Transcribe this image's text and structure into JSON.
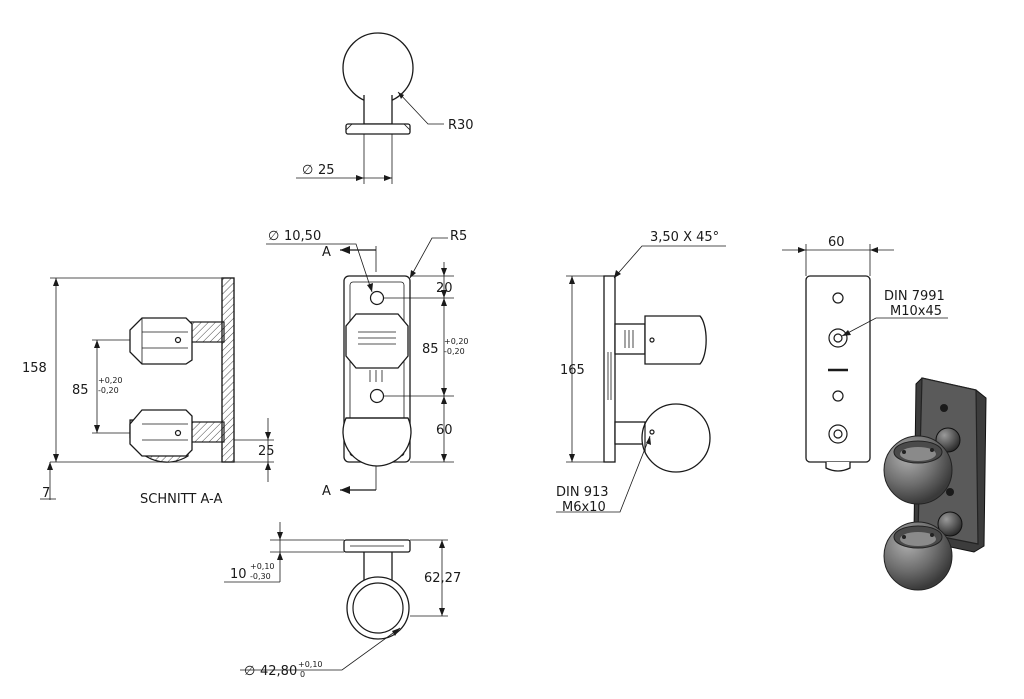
{
  "labels": {
    "top_radius": "R30",
    "top_diameter": "25",
    "hole_diameter": "10,50",
    "corner_radius": "R5",
    "section_letter": "A",
    "dim_20": "20",
    "dim_85": "85",
    "tol_plus_020": "+0,20",
    "tol_minus_020": "-0,20",
    "dim_60": "60",
    "dim_158": "158",
    "dim_25": "25",
    "dim_7": "7",
    "section_title": "SCHNITT A-A",
    "chamfer": "3,50 X 45°",
    "dim_165": "165",
    "din913_line1": "DIN 913",
    "din913_line2": "M6x10",
    "dim_60_right": "60",
    "din7991_line1": "DIN 7991",
    "din7991_line2": "M10x45",
    "dim_10": "10",
    "tol_plus_010": "+0,10",
    "tol_minus_030": "-0,30",
    "dim_6227": "62,27",
    "bottom_diameter": "42,80",
    "tol_plus_010b": "+0,10",
    "tol_zero": "0"
  },
  "symbols": {
    "diameter": "∅"
  }
}
